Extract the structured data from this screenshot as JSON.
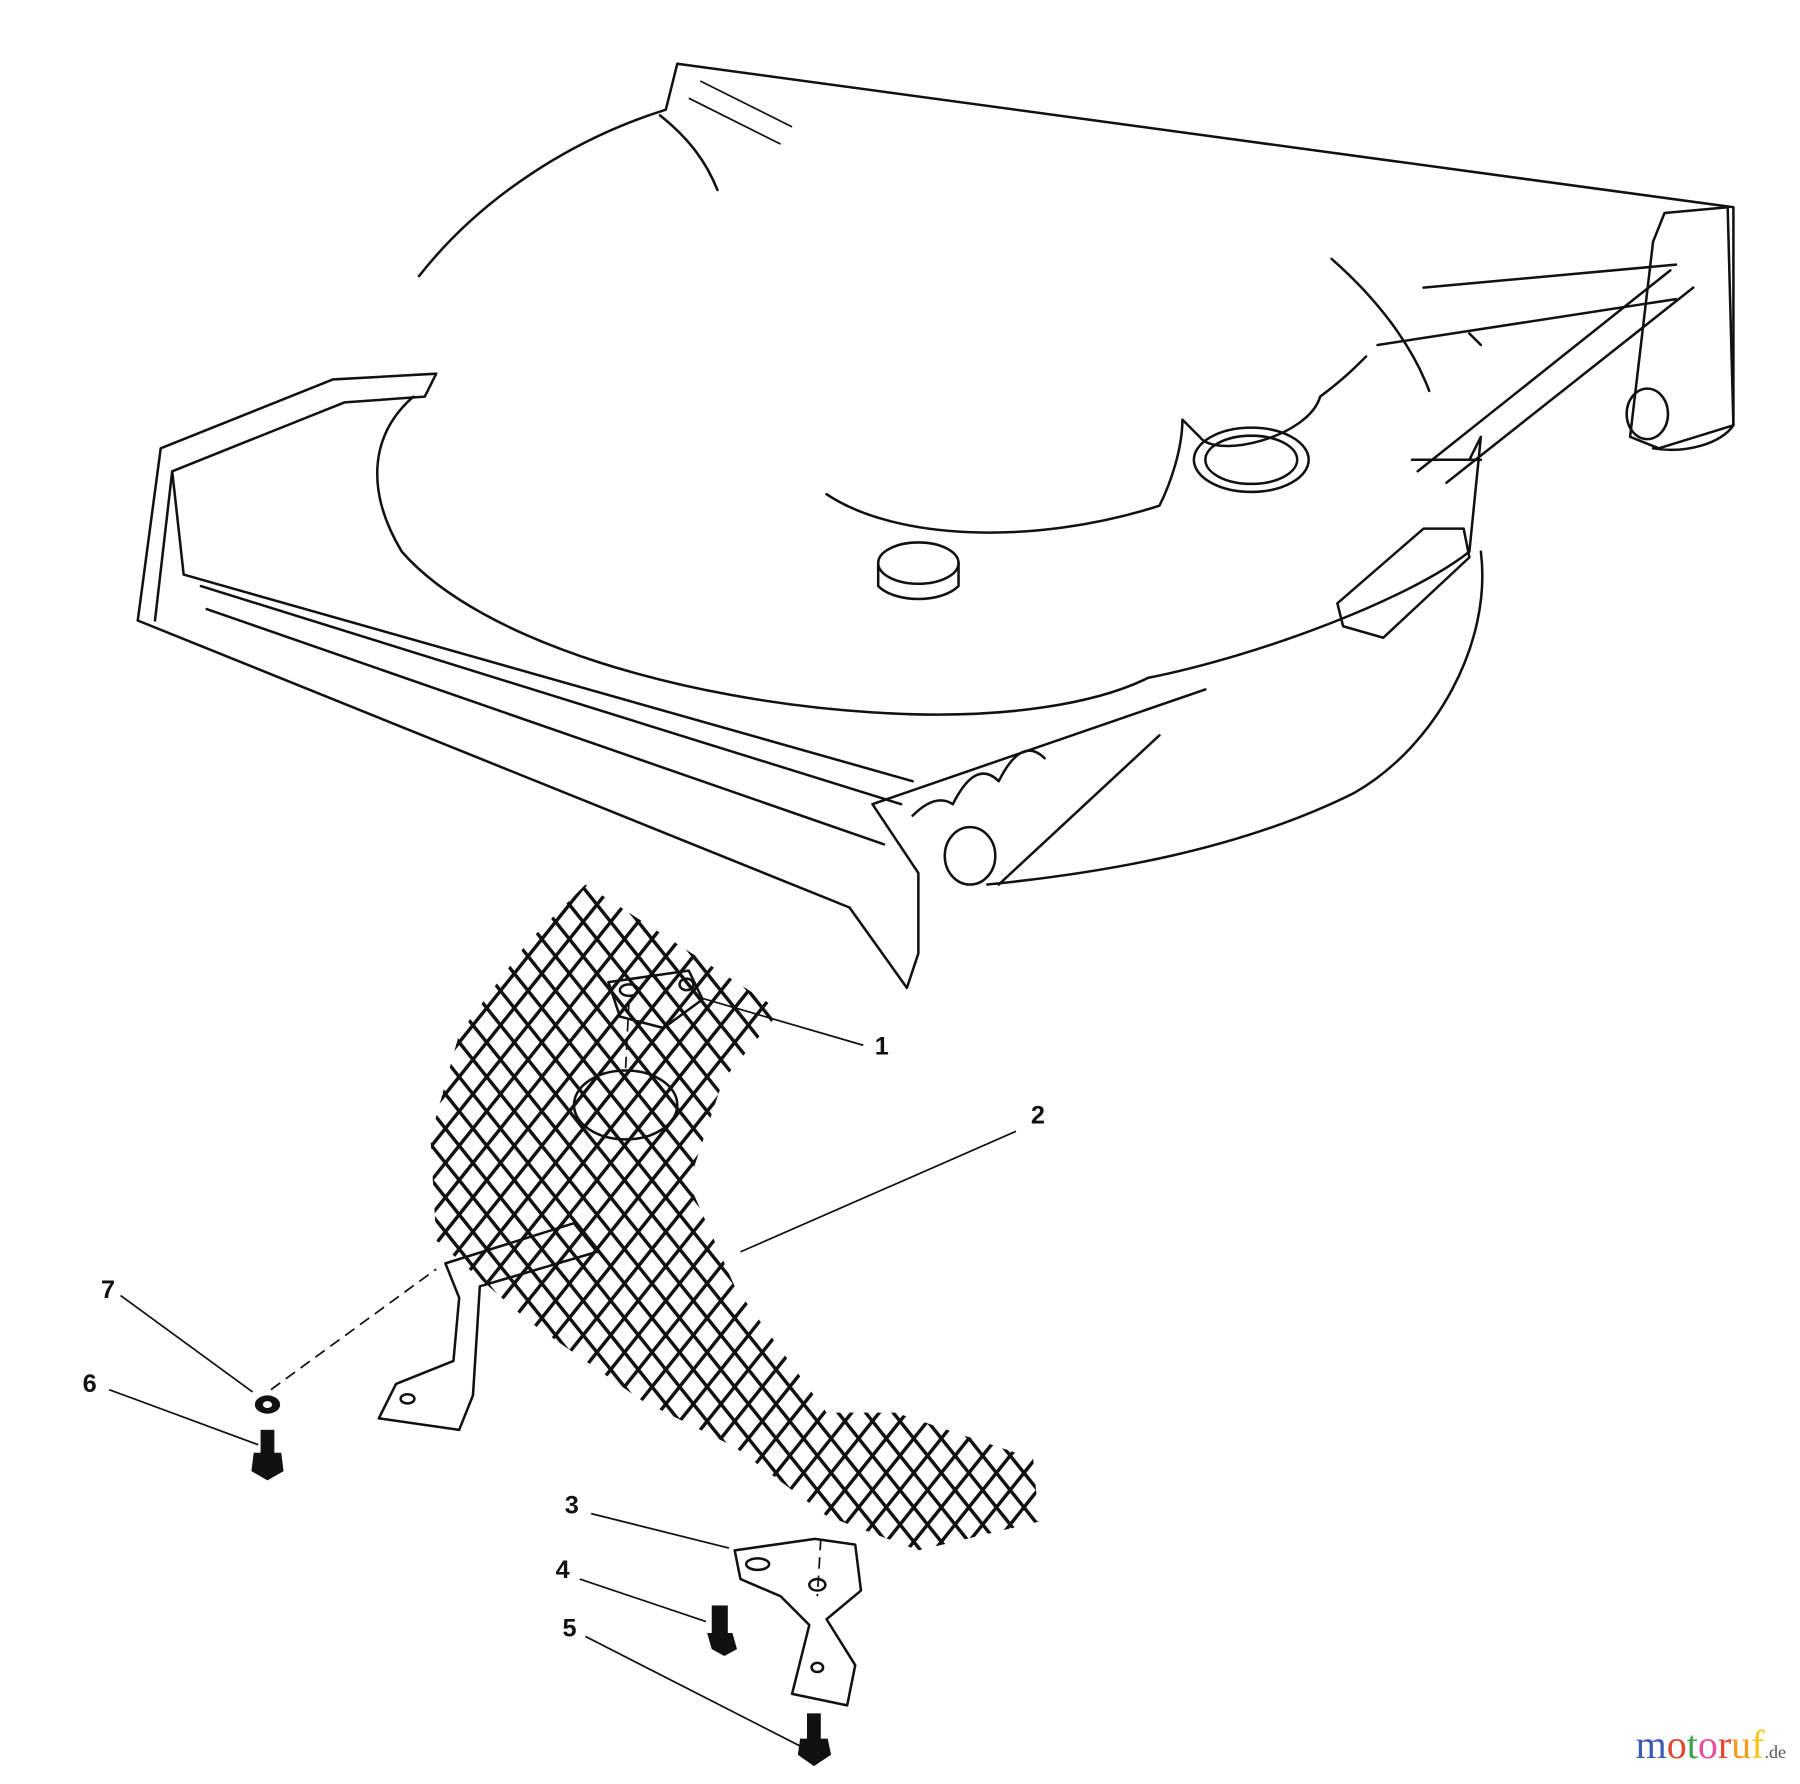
{
  "callouts": [
    {
      "label": "1"
    },
    {
      "label": "2"
    },
    {
      "label": "3"
    },
    {
      "label": "4"
    },
    {
      "label": "5"
    },
    {
      "label": "6"
    },
    {
      "label": "7"
    }
  ],
  "watermark": {
    "text": "motoruf",
    "suffix": ".de",
    "letter_colors": [
      "#3b5bb5",
      "#e0482f",
      "#3aa54a",
      "#e9509a",
      "#e0482f",
      "#f39c1f",
      "#f5c518"
    ]
  }
}
